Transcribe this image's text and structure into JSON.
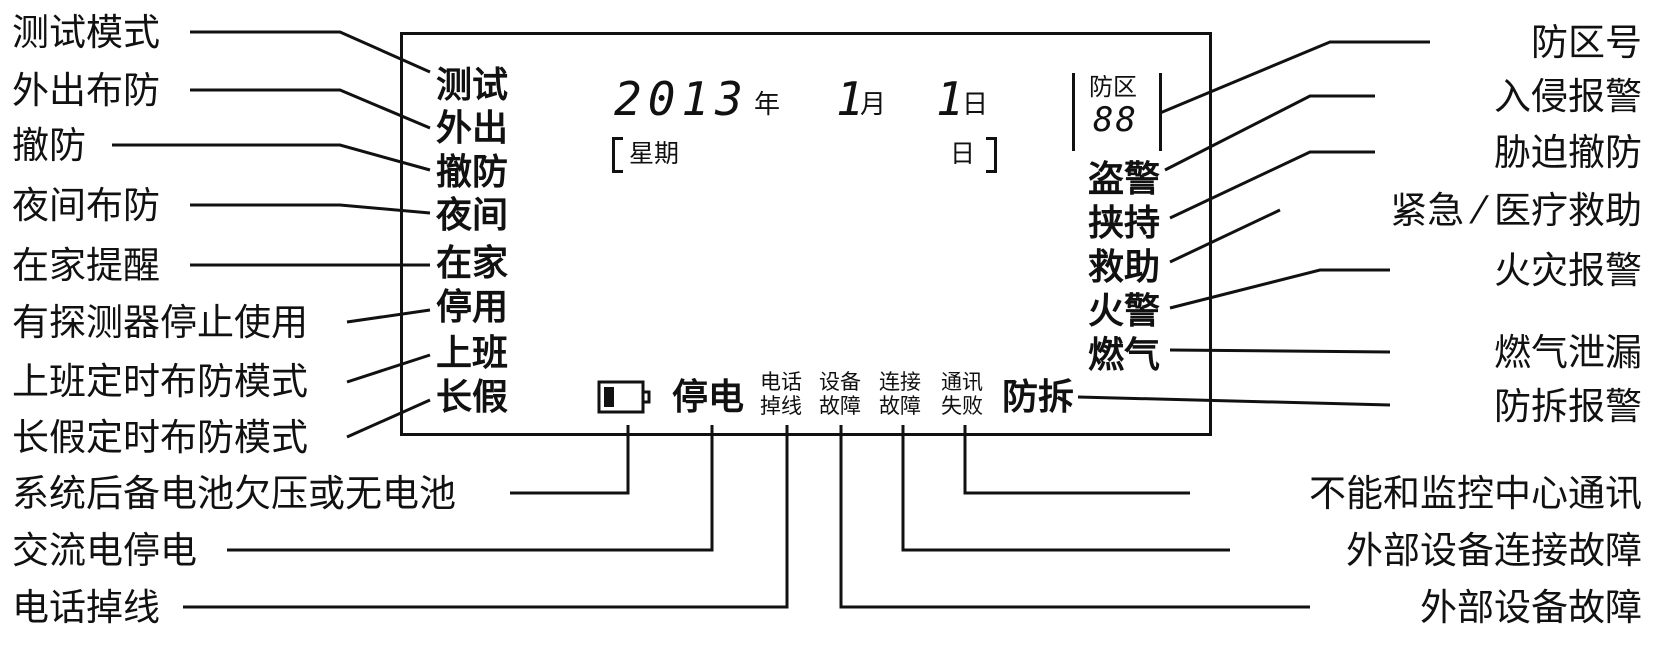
{
  "left_labels": [
    "测试模式",
    "外出布防",
    "撤防",
    "夜间布防",
    "在家提醒",
    "有探测器停止使用",
    "上班定时布防模式",
    "长假定时布防模式"
  ],
  "left_indicators": [
    "测试",
    "外出",
    "撤防",
    "夜间",
    "在家",
    "停用",
    "上班",
    "长假"
  ],
  "right_labels": [
    "防区号",
    "入侵报警",
    "胁迫撤防",
    "紧急 ⁄ 医疗救助",
    "火灾报警",
    "燃气泄漏",
    "防拆报警"
  ],
  "right_indicators": [
    "盗警",
    "挟持",
    "救助",
    "火警",
    "燃气"
  ],
  "date": {
    "year": "2013",
    "year_unit": "年",
    "month": "1",
    "month_unit": "月",
    "day": "1",
    "day_unit": "日"
  },
  "week": {
    "label": "星期",
    "value": "日"
  },
  "zone": {
    "label": "防区",
    "digits": "88"
  },
  "bottom_indicators": {
    "power_off": "停电",
    "phone_line": [
      "电话",
      "掉线"
    ],
    "device_fault": [
      "设备",
      "故障"
    ],
    "connection_fault": [
      "连接",
      "故障"
    ],
    "comm_fail": [
      "通讯",
      "失败"
    ],
    "tamper": "防拆"
  },
  "bottom_labels": {
    "battery_low": "系统后备电池欠压或无电池",
    "ac_power_off": "交流电停电",
    "phone_line_dropped": "电话掉线",
    "comm_center_fail": "不能和监控中心通讯",
    "external_connection_fault": "外部设备连接故障",
    "external_device_fault": "外部设备故障"
  }
}
